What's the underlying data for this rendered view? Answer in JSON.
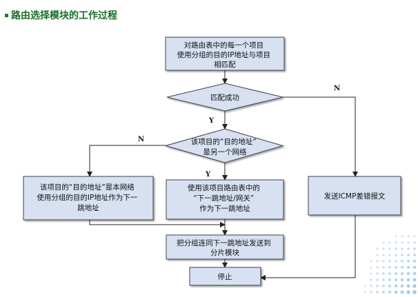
{
  "title": "路由选择模块的工作过程",
  "nodes": {
    "start_box": [
      "对路由表中的每一个项目",
      "使用分组的目的IP地址与项目",
      "相匹配"
    ],
    "match_diamond": [
      "匹配成功"
    ],
    "network_diamond": [
      "该项目的“目的地址”",
      "是另一个网络"
    ],
    "local_box": [
      "该项目的“目的地址”是本网络",
      "使用分组的目的IP地址作为下一",
      "跳地址"
    ],
    "gateway_box": [
      "使用该项目路由表中的",
      "“下一跳地址/网关”",
      "作为下一跳地址"
    ],
    "icmp_box": [
      "发送ICMP差错报文"
    ],
    "forward_box": [
      "把分组连同下一跳地址发送到",
      "分片模块"
    ],
    "stop_box": [
      "停止"
    ]
  },
  "edge_labels": {
    "match_no": "N",
    "match_yes": "Y",
    "network_no": "N",
    "network_yes": "Y"
  },
  "colors": {
    "box_fill": "#d7e1f1",
    "box_stroke": "#3a3f4a",
    "title": "#1a6e2a",
    "dots": "#7fb8e6"
  }
}
